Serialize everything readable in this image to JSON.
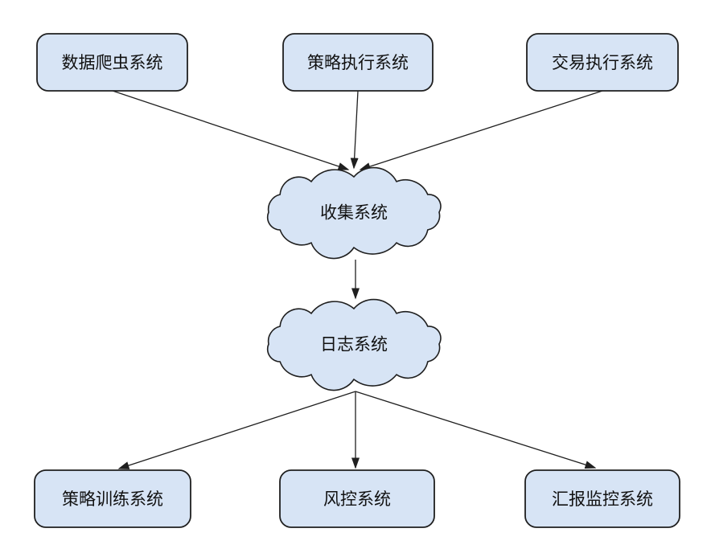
{
  "diagram": {
    "type": "flowchart",
    "nodes": {
      "top": [
        {
          "id": "data-crawler-system",
          "label": "数据爬虫系统",
          "shape": "rounded-rect"
        },
        {
          "id": "strategy-exec-system",
          "label": "策略执行系统",
          "shape": "rounded-rect"
        },
        {
          "id": "trade-exec-system",
          "label": "交易执行系统",
          "shape": "rounded-rect"
        }
      ],
      "clouds": [
        {
          "id": "collect-system",
          "label": "收集系统",
          "shape": "cloud"
        },
        {
          "id": "log-system",
          "label": "日志系统",
          "shape": "cloud"
        }
      ],
      "bottom": [
        {
          "id": "strategy-train-system",
          "label": "策略训练系统",
          "shape": "rounded-rect"
        },
        {
          "id": "risk-control-system",
          "label": "风控系统",
          "shape": "rounded-rect"
        },
        {
          "id": "report-monitor-system",
          "label": "汇报监控系统",
          "shape": "rounded-rect"
        }
      ]
    },
    "edges": [
      {
        "from": "数据爬虫系统",
        "to": "收集系统"
      },
      {
        "from": "策略执行系统",
        "to": "收集系统"
      },
      {
        "from": "交易执行系统",
        "to": "收集系统"
      },
      {
        "from": "收集系统",
        "to": "日志系统"
      },
      {
        "from": "日志系统",
        "to": "策略训练系统"
      },
      {
        "from": "日志系统",
        "to": "风控系统"
      },
      {
        "from": "日志系统",
        "to": "汇报监控系统"
      }
    ],
    "colors": {
      "node_fill": "#d7e4f5",
      "node_border": "#1f1f1f",
      "edge_color": "#1f1f1f",
      "text": "#111111",
      "background": "#ffffff"
    }
  }
}
